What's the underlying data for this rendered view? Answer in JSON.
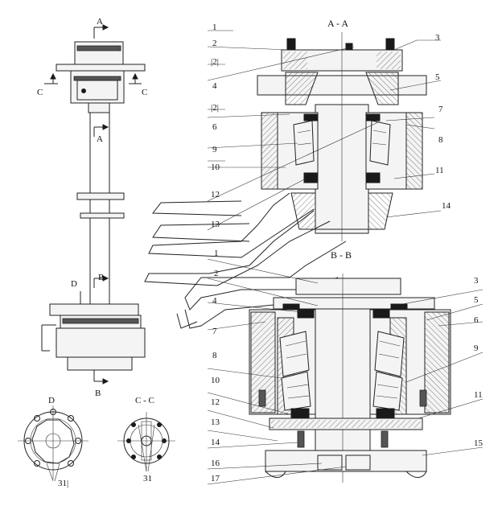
{
  "views": {
    "section_aa": "A - A",
    "section_bb": "B - B",
    "view_d": "D",
    "section_cc": "C - C"
  },
  "section_marks": {
    "a_top": "A",
    "a_mid": "A",
    "c_left": "C",
    "c_right": "C",
    "d": "D",
    "b_top": "B",
    "b_bottom": "B"
  },
  "callouts_aa": [
    "1",
    "2",
    "|2|",
    "4",
    "|2|",
    "6",
    "9",
    "10",
    "12",
    "13",
    "3",
    "5",
    "7",
    "8",
    "11",
    "14"
  ],
  "callouts_bb": [
    "1",
    "2",
    "4",
    "7",
    "8",
    "10",
    "12",
    "13",
    "14",
    "16",
    "17",
    "3",
    "5",
    "6",
    "9",
    "11",
    "15"
  ],
  "callouts_detail": [
    "31|",
    "31"
  ]
}
